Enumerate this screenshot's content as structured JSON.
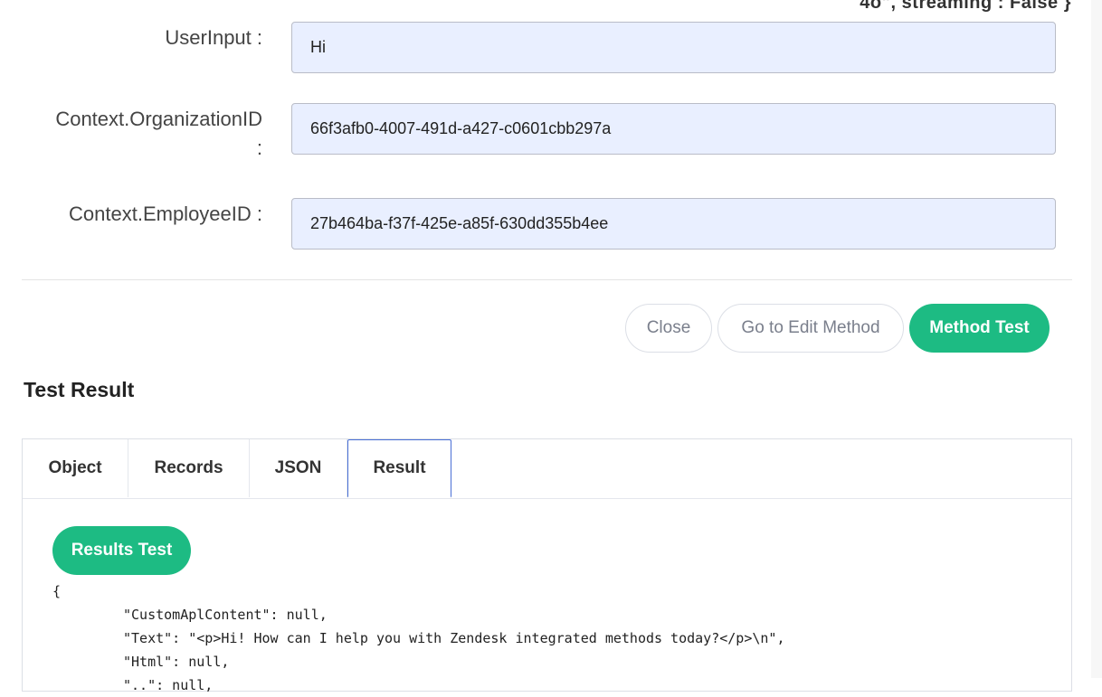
{
  "header_fragment": "4o\", streaming : False }",
  "fields": [
    {
      "label": "UserInput :",
      "value": "Hi"
    },
    {
      "label": "Context.OrganizationID\n:",
      "value": "66f3afb0-4007-491d-a427-c0601cbb297a"
    },
    {
      "label": "Context.EmployeeID :",
      "value": "27b464ba-f37f-425e-a85f-630dd355b4ee"
    }
  ],
  "actions": {
    "close_label": "Close",
    "edit_label": "Go to Edit Method",
    "test_label": "Method Test"
  },
  "result": {
    "title": "Test Result",
    "tabs": [
      "Object",
      "Records",
      "JSON",
      "Result"
    ],
    "active_tab": "Result",
    "results_test_label": "Results Test",
    "json_lines": [
      "{",
      "\"CustomAplContent\": null,",
      "\"Text\": \"<p>Hi! How can I help you with Zendesk integrated methods today?</p>\\n\",",
      "\"Html\": null,",
      "\"..\": null,"
    ]
  },
  "colors": {
    "primary": "#1dbb83",
    "input_bg": "#e9efff",
    "active_tab_border": "#4a6fd6"
  }
}
